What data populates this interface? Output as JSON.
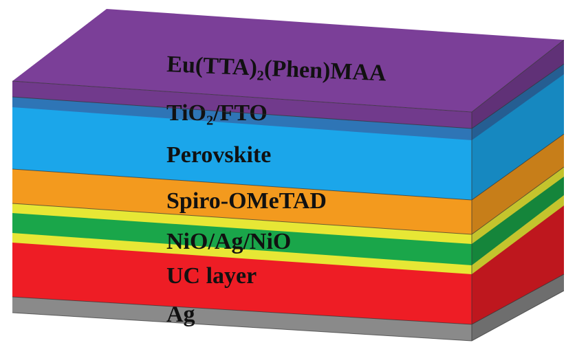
{
  "diagram": {
    "layers": [
      {
        "key": "eu",
        "label": "Eu(TTA)₂(Phen)MAA",
        "color": "#7b3f98"
      },
      {
        "key": "tio2",
        "label": "TiO₂/FTO",
        "color": "#2e75b6"
      },
      {
        "key": "perovskite",
        "label": "Perovskite",
        "color": "#1ba6ea"
      },
      {
        "key": "spiro",
        "label": "Spiro-OMeTAD",
        "color": "#f39a1e"
      },
      {
        "key": "niagni",
        "label": "NiO/Ag/NiO",
        "color": "#1aa64a",
        "accent_color": "#e7e735"
      },
      {
        "key": "uc",
        "label": "UC layer",
        "color": "#ee1d25"
      },
      {
        "key": "ag",
        "label": "Ag",
        "color": "#8a8a8a"
      }
    ]
  }
}
